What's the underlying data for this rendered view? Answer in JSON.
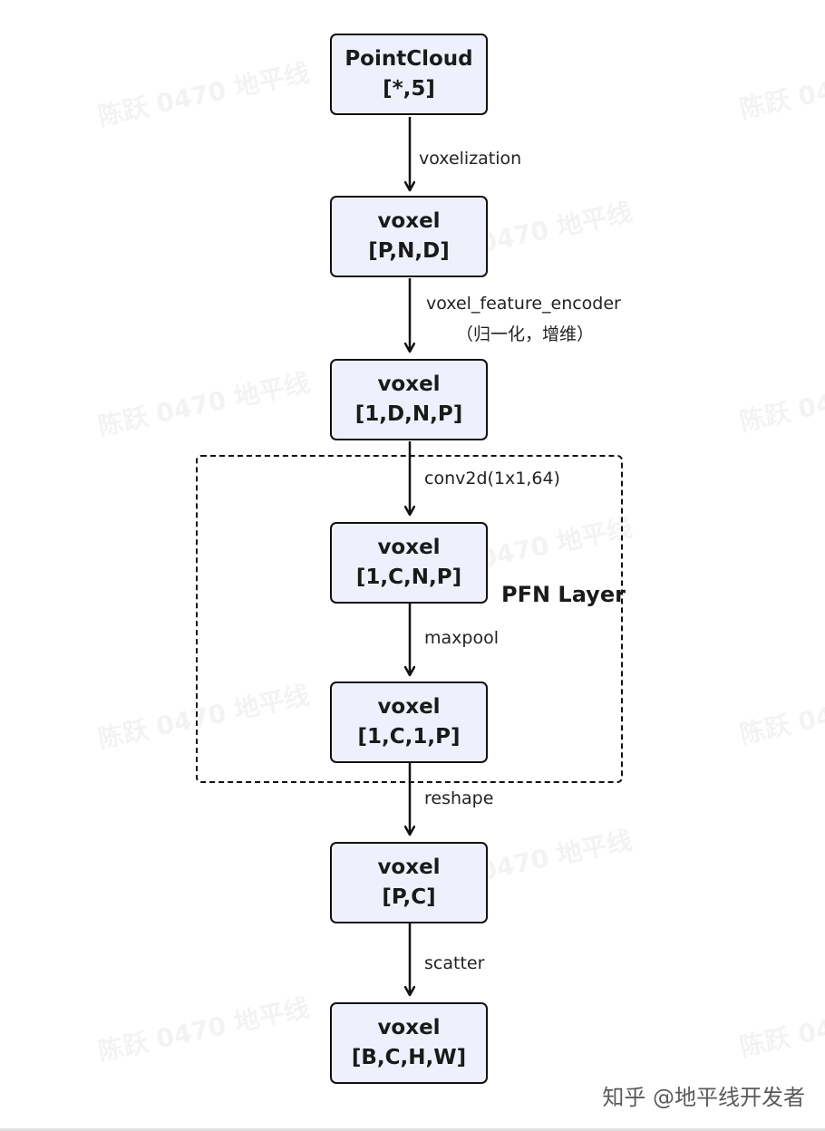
{
  "nodes": [
    {
      "title": "PointCloud",
      "shape": "[*,5]"
    },
    {
      "title": "voxel",
      "shape": "[P,N,D]"
    },
    {
      "title": "voxel",
      "shape": "[1,D,N,P]"
    },
    {
      "title": "voxel",
      "shape": "[1,C,N,P]"
    },
    {
      "title": "voxel",
      "shape": "[1,C,1,P]"
    },
    {
      "title": "voxel",
      "shape": "[P,C]"
    },
    {
      "title": "voxel",
      "shape": "[B,C,H,W]"
    }
  ],
  "edges": [
    {
      "label": "voxelization",
      "sublabel": ""
    },
    {
      "label": "voxel_feature_encoder",
      "sublabel": "（归一化，增维）"
    },
    {
      "label": "conv2d(1x1,64)",
      "sublabel": ""
    },
    {
      "label": "maxpool",
      "sublabel": ""
    },
    {
      "label": "reshape",
      "sublabel": ""
    },
    {
      "label": "scatter",
      "sublabel": ""
    }
  ],
  "group": {
    "label": "PFN Layer"
  },
  "watermark_text": "陈跃 0470 地平线",
  "footer": "知乎 @地平线开发者",
  "colors": {
    "node_fill": "#eef1fb",
    "stroke": "#111111"
  }
}
